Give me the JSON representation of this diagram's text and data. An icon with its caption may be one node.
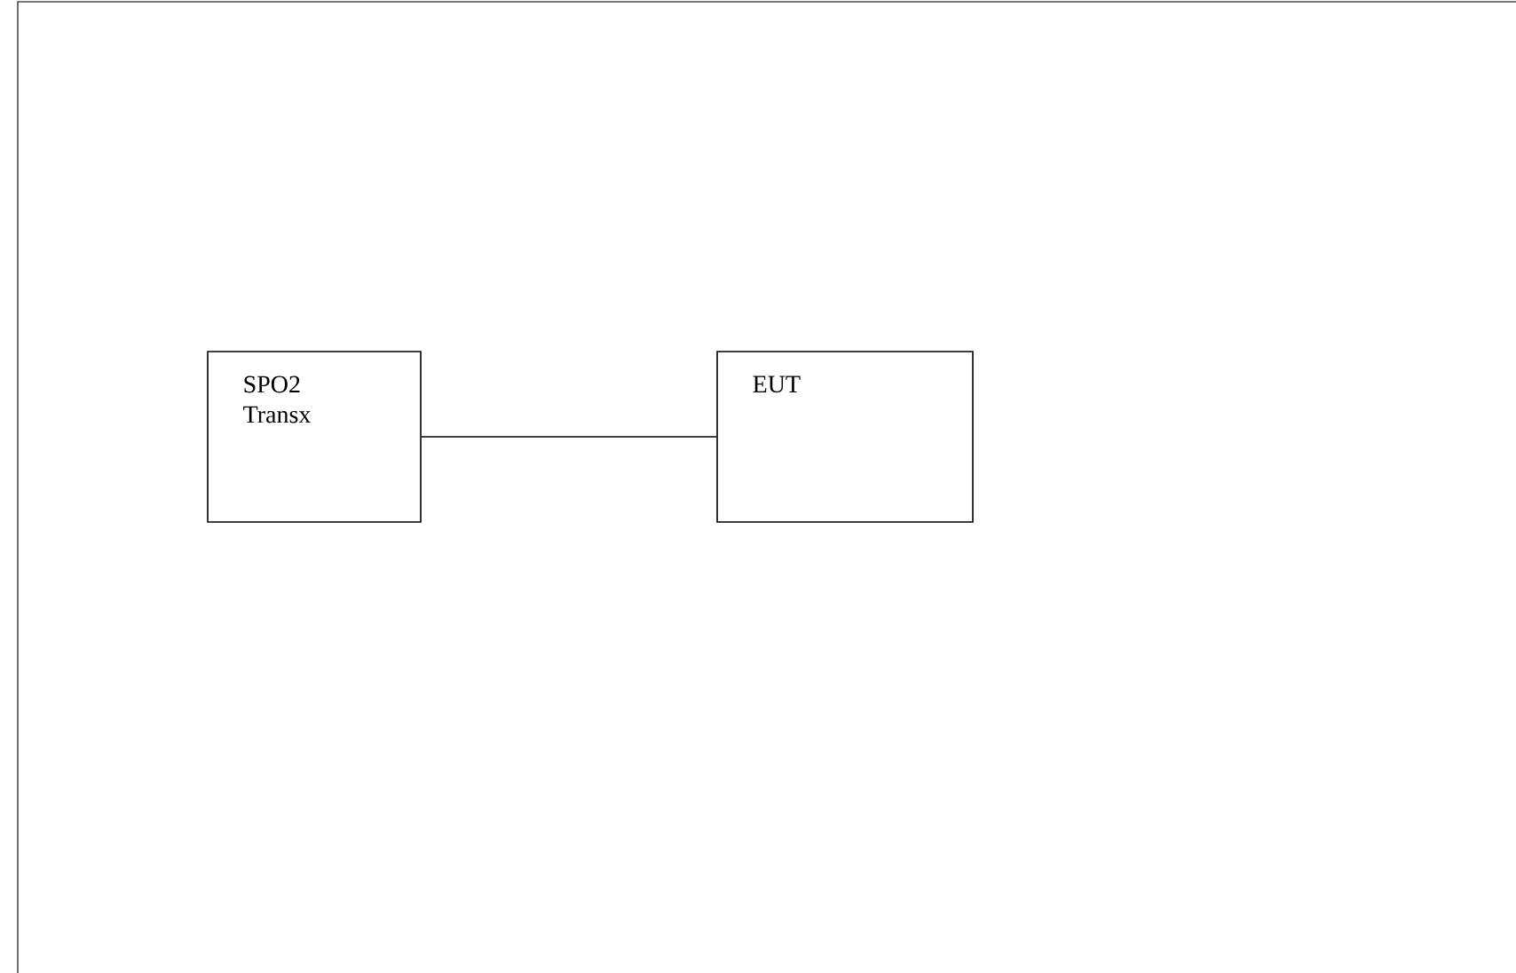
{
  "diagram": {
    "nodes": [
      {
        "text": [
          "SPO2 Transx"
        ]
      },
      {
        "text": [
          "EUT"
        ]
      }
    ],
    "edges": [
      {
        "from": 0,
        "to": 1,
        "arrow": "none"
      }
    ]
  }
}
